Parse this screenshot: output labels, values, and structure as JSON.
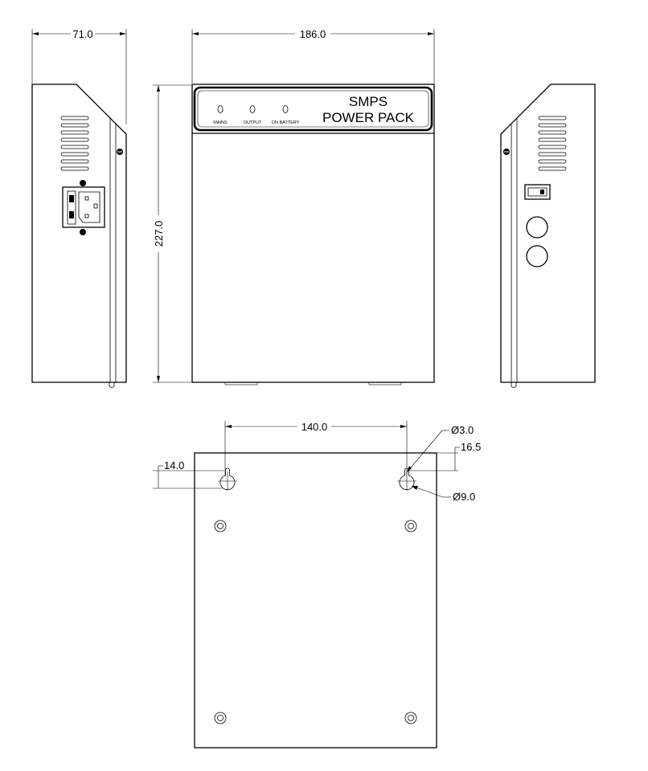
{
  "dimensions": {
    "side_depth": "71.0",
    "front_width": "186.0",
    "front_height": "227.0",
    "hole_spacing": "140.0",
    "hole_edge_offset": "14.0",
    "hole_small_dia": "Ø3.0",
    "hole_top_offset": "16.5",
    "hole_large_dia": "Ø9.0"
  },
  "front_panel": {
    "title_line1": "SMPS",
    "title_line2": "POWER PACK",
    "indicators": [
      "MAINS",
      "OUTPUT",
      "ON BATTERY"
    ]
  },
  "icons": {
    "iec_inlet": "iec-power-inlet-icon",
    "rocker_switch": "rocker-switch-icon",
    "led": "led-indicator-icon",
    "screw": "screw-icon",
    "keyhole": "keyhole-mount-icon"
  }
}
